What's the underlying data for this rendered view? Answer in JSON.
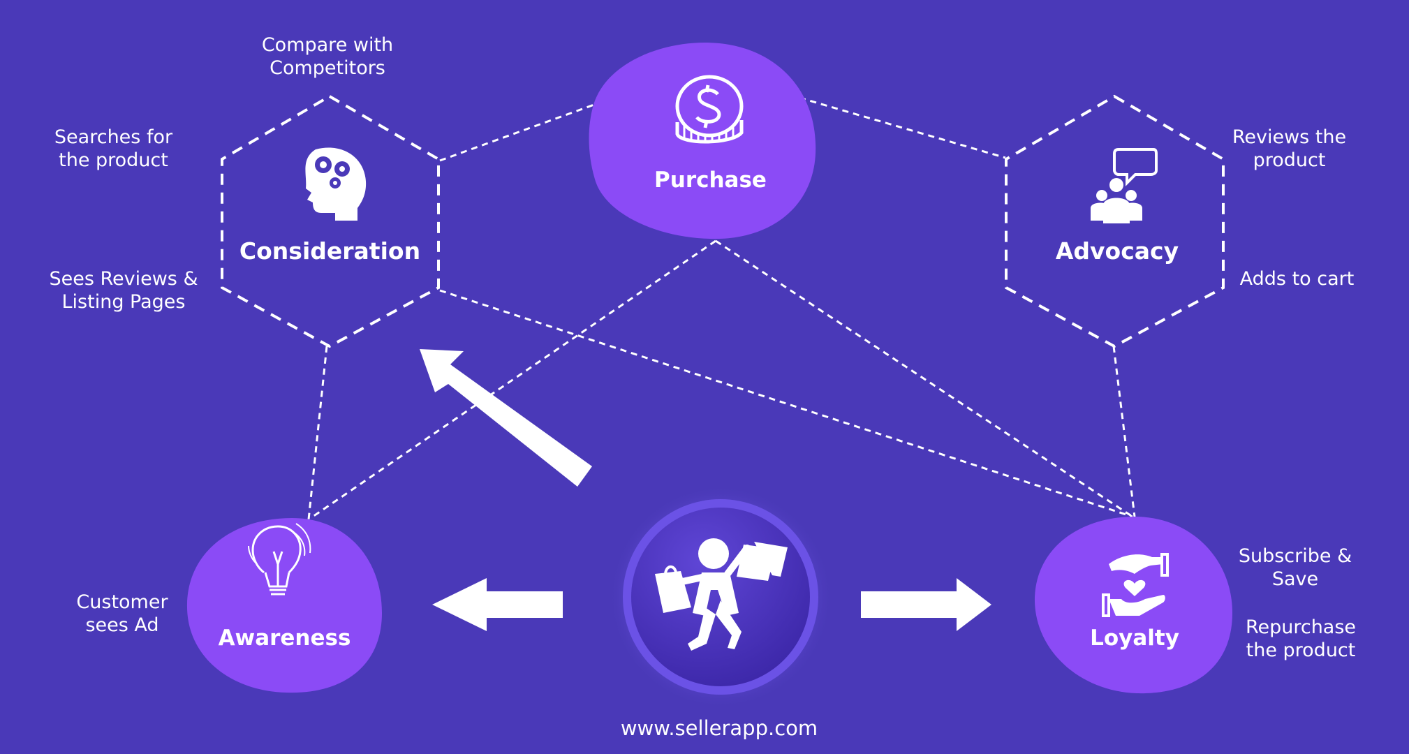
{
  "colors": {
    "background": "#4a39b8",
    "blob": "#8b4bf6",
    "center_circle": "#4b35c0",
    "line": "#ffffff"
  },
  "nodes": {
    "consideration": {
      "title": "Consideration",
      "icon": "head-gears-icon"
    },
    "purchase": {
      "title": "Purchase",
      "icon": "dollar-coin-icon"
    },
    "advocacy": {
      "title": "Advocacy",
      "icon": "group-chat-icon"
    },
    "awareness": {
      "title": "Awareness",
      "icon": "lightbulb-icon"
    },
    "loyalty": {
      "title": "Loyalty",
      "icon": "hand-heart-icon"
    },
    "center": {
      "icon": "shopper-with-bags-icon"
    }
  },
  "annotations": {
    "compare": "Compare with Competitors",
    "searches": "Searches for the product",
    "sees_reviews": "Sees Reviews & Listing Pages",
    "reviews_product": "Reviews the product",
    "adds_to_cart": "Adds to cart",
    "customer_sees_ad": "Customer sees Ad",
    "subscribe_save": "Subscribe & Save",
    "repurchase": "Repurchase the product"
  },
  "footer": {
    "url": "www.sellerapp.com"
  }
}
